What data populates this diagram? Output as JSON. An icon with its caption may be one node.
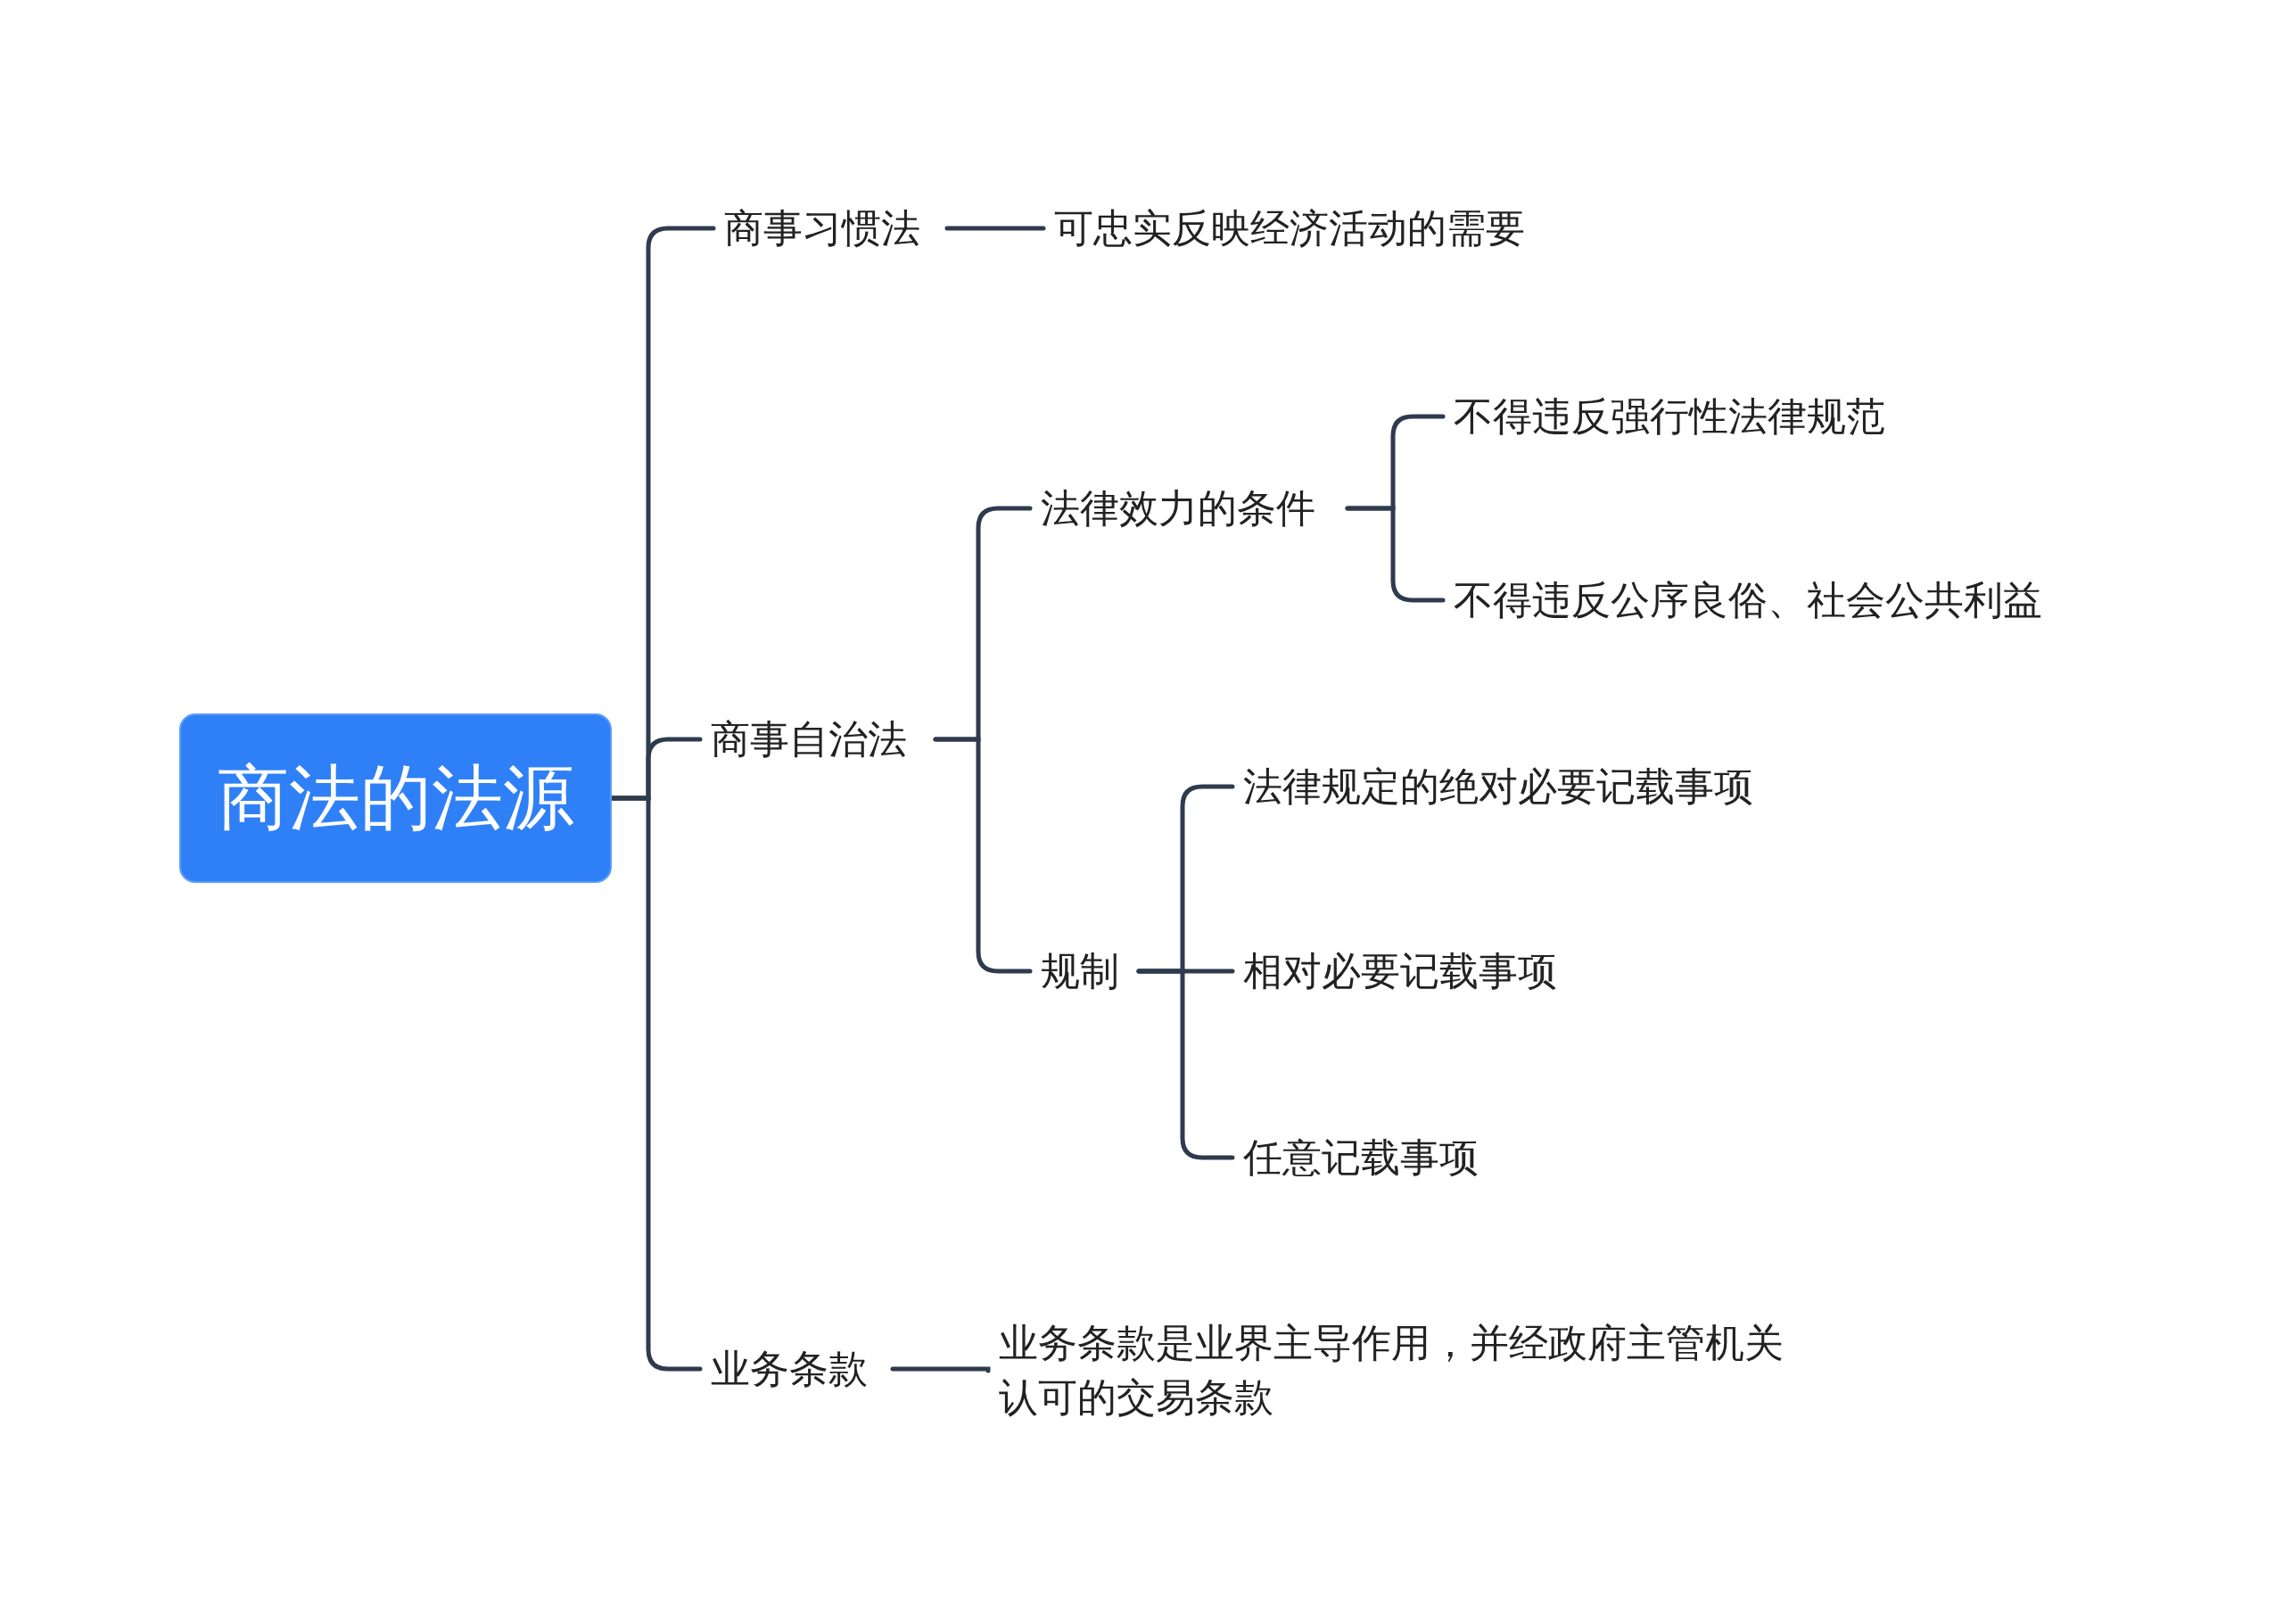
{
  "diagram": {
    "nodes": [
      {
        "text": [
          "商法的法源"
        ]
      },
      {
        "text": [
          "商事习惯法"
        ]
      },
      {
        "text": [
          "可忠实反映经济活动的需要"
        ]
      },
      {
        "text": [
          "商事自治法"
        ]
      },
      {
        "text": [
          "法律效力的条件"
        ]
      },
      {
        "text": [
          "不得违反强行性法律规范"
        ]
      },
      {
        "text": [
          "不得违反公序良俗、社会公共利益"
        ]
      },
      {
        "text": [
          "规制"
        ]
      },
      {
        "text": [
          "法律规定的绝对必要记载事项"
        ]
      },
      {
        "text": [
          "相对必要记载事项"
        ]
      },
      {
        "text": [
          "任意记载事项"
        ]
      },
      {
        "text": [
          "业务条款"
        ]
      },
      {
        "text": [
          "业务条款是业界主导作用，并经政府主管机关认可的交易条款"
        ]
      }
    ],
    "edges": [
      {
        "from": 0,
        "to": 1,
        "arrow": "none"
      },
      {
        "from": 0,
        "to": 3,
        "arrow": "none"
      },
      {
        "from": 0,
        "to": 11,
        "arrow": "none"
      },
      {
        "from": 1,
        "to": 2,
        "arrow": "none"
      },
      {
        "from": 3,
        "to": 4,
        "arrow": "none"
      },
      {
        "from": 3,
        "to": 7,
        "arrow": "none"
      },
      {
        "from": 4,
        "to": 5,
        "arrow": "none"
      },
      {
        "from": 4,
        "to": 6,
        "arrow": "none"
      },
      {
        "from": 7,
        "to": 8,
        "arrow": "none"
      },
      {
        "from": 7,
        "to": 9,
        "arrow": "none"
      },
      {
        "from": 7,
        "to": 10,
        "arrow": "none"
      },
      {
        "from": 11,
        "to": 12,
        "arrow": "none"
      }
    ]
  }
}
